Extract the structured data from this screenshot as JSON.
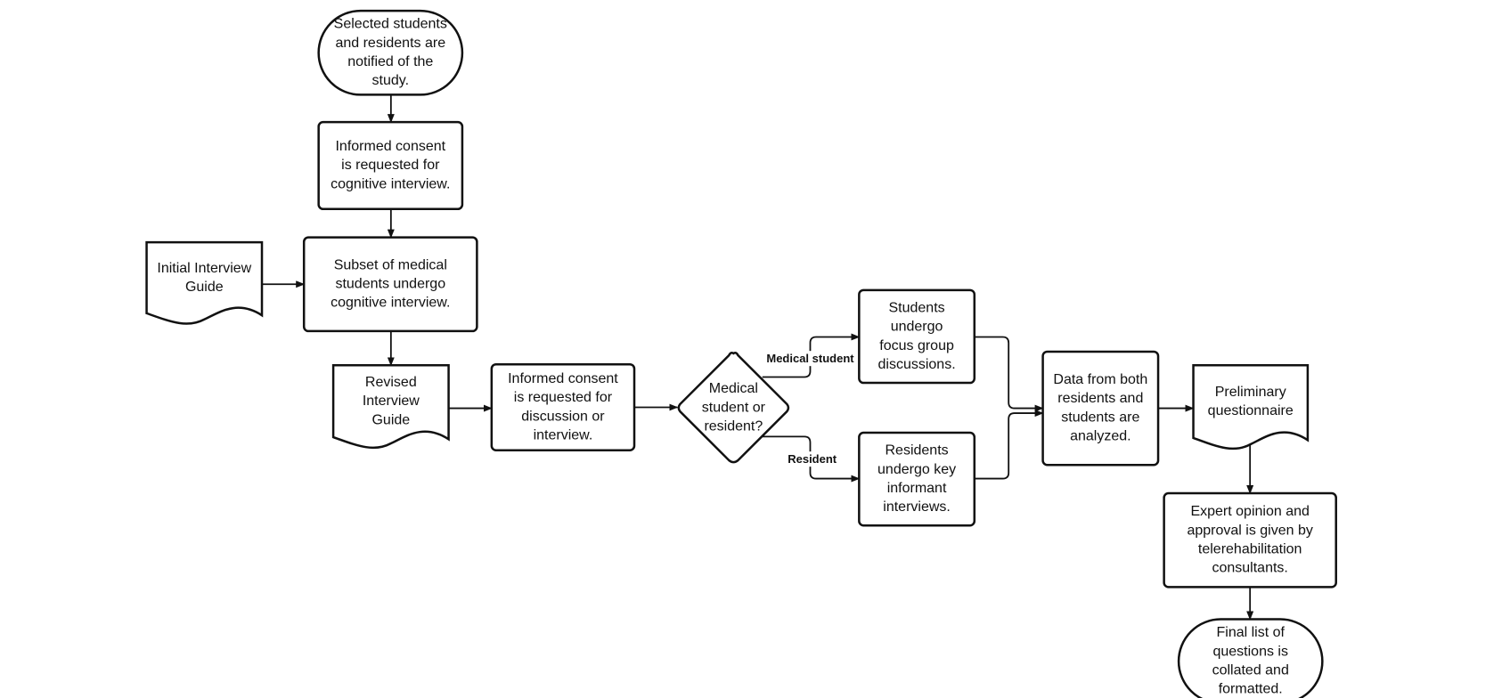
{
  "nodes": [
    {
      "id": "notify",
      "shape": "terminator",
      "lines": [
        "Selected students",
        "and residents are",
        "notified of the",
        "study."
      ]
    },
    {
      "id": "consent1",
      "shape": "process",
      "lines": [
        "Informed consent",
        "is requested for",
        "cognitive interview."
      ]
    },
    {
      "id": "cognitive",
      "shape": "process",
      "lines": [
        "Subset of medical",
        "students undergo",
        "cognitive interview."
      ]
    },
    {
      "id": "initial_guide",
      "shape": "document",
      "lines": [
        "Initial Interview",
        "Guide"
      ]
    },
    {
      "id": "revised_guide",
      "shape": "document",
      "lines": [
        "Revised",
        "Interview",
        "Guide"
      ]
    },
    {
      "id": "consent2",
      "shape": "process",
      "lines": [
        "Informed consent",
        "is requested for",
        "discussion or",
        "interview."
      ]
    },
    {
      "id": "decision",
      "shape": "decision",
      "lines": [
        "Medical",
        "student or",
        "resident?"
      ]
    },
    {
      "id": "focus",
      "shape": "process",
      "lines": [
        "Students",
        "undergo",
        "focus group",
        "discussions."
      ]
    },
    {
      "id": "key_informant",
      "shape": "process",
      "lines": [
        "Residents",
        "undergo key",
        "informant",
        "interviews."
      ]
    },
    {
      "id": "analyze",
      "shape": "process",
      "lines": [
        "Data from both",
        "residents and",
        "students are",
        "analyzed."
      ]
    },
    {
      "id": "prelim",
      "shape": "document",
      "lines": [
        "Preliminary",
        "questionnaire"
      ]
    },
    {
      "id": "expert",
      "shape": "process",
      "lines": [
        "Expert opinion and",
        "approval is given by",
        "telerehabilitation",
        "consultants."
      ]
    },
    {
      "id": "final",
      "shape": "terminator",
      "lines": [
        "Final list of",
        "questions is",
        "collated and",
        "formatted."
      ]
    }
  ],
  "edges": [
    {
      "from": "notify",
      "to": "consent1",
      "label": ""
    },
    {
      "from": "consent1",
      "to": "cognitive",
      "label": ""
    },
    {
      "from": "initial_guide",
      "to": "cognitive",
      "label": ""
    },
    {
      "from": "cognitive",
      "to": "revised_guide",
      "label": ""
    },
    {
      "from": "revised_guide",
      "to": "consent2",
      "label": ""
    },
    {
      "from": "consent2",
      "to": "decision",
      "label": ""
    },
    {
      "from": "decision",
      "to": "focus",
      "label": "Medical student"
    },
    {
      "from": "decision",
      "to": "key_informant",
      "label": "Resident"
    },
    {
      "from": "focus",
      "to": "analyze",
      "label": ""
    },
    {
      "from": "key_informant",
      "to": "analyze",
      "label": ""
    },
    {
      "from": "analyze",
      "to": "prelim",
      "label": ""
    },
    {
      "from": "prelim",
      "to": "expert",
      "label": ""
    },
    {
      "from": "expert",
      "to": "final",
      "label": ""
    }
  ]
}
